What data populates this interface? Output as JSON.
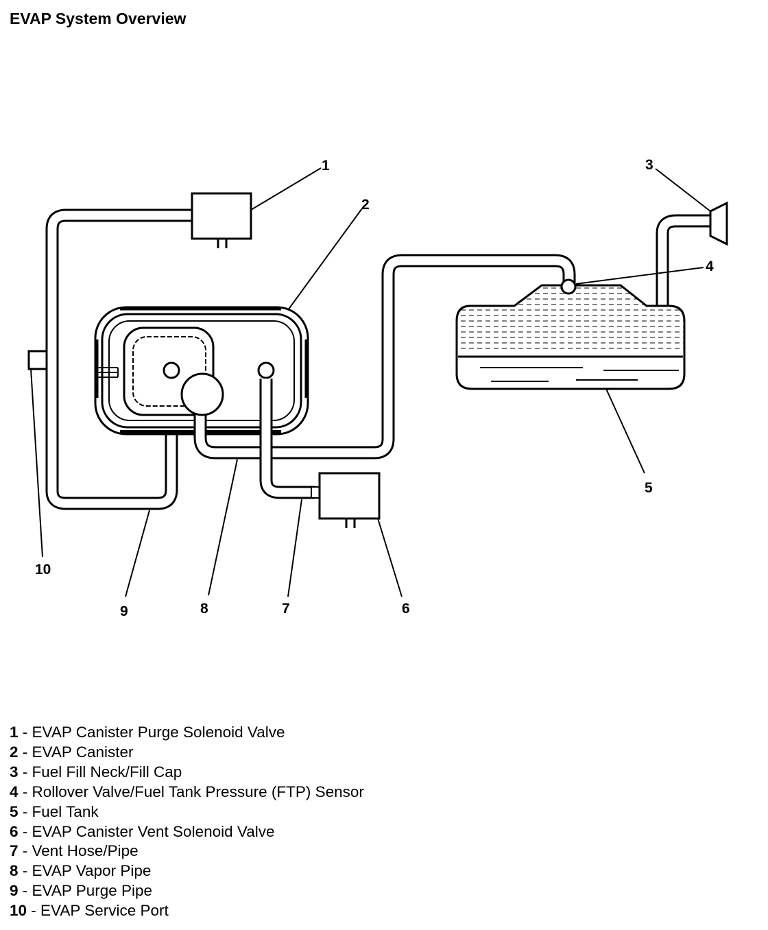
{
  "title": "EVAP System Overview",
  "callouts": [
    {
      "number": "1",
      "label": "EVAP Canister Purge Solenoid Valve"
    },
    {
      "number": "2",
      "label": "EVAP Canister"
    },
    {
      "number": "3",
      "label": "Fuel Fill Neck/Fill Cap"
    },
    {
      "number": "4",
      "label": "Rollover Valve/Fuel Tank Pressure (FTP) Sensor"
    },
    {
      "number": "5",
      "label": "Fuel Tank"
    },
    {
      "number": "6",
      "label": "EVAP Canister Vent Solenoid Valve"
    },
    {
      "number": "7",
      "label": "Vent Hose/Pipe"
    },
    {
      "number": "8",
      "label": "EVAP Vapor Pipe"
    },
    {
      "number": "9",
      "label": "EVAP Purge Pipe"
    },
    {
      "number": "10",
      "label": "EVAP Service Port"
    }
  ],
  "separator": " - "
}
